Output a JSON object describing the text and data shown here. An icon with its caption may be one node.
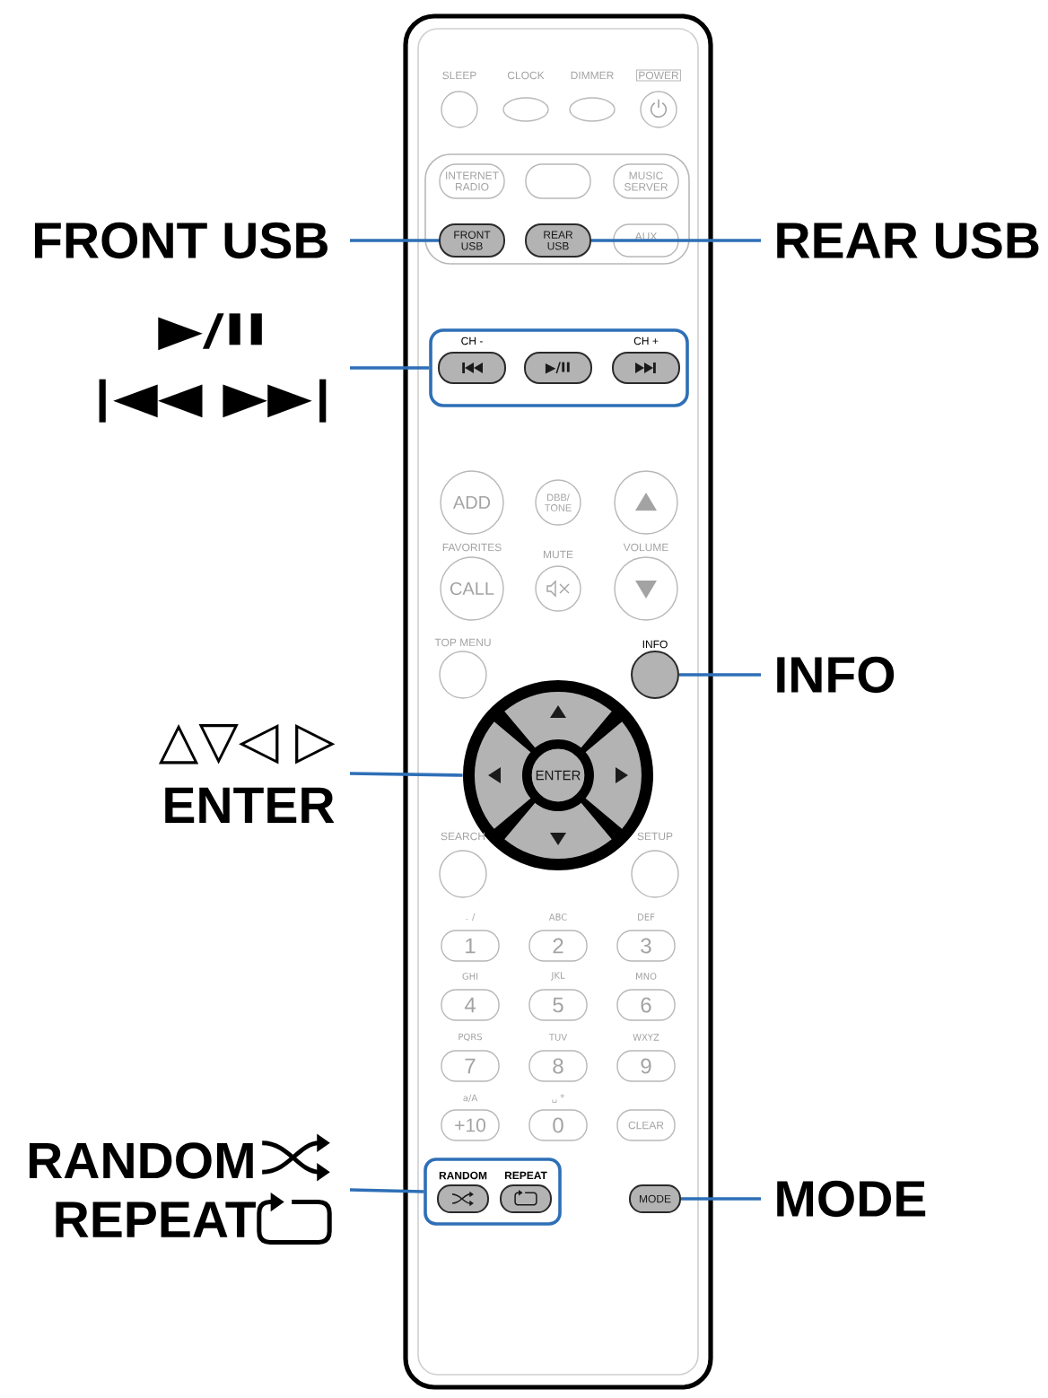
{
  "diagram": {
    "nodes": [
      {
        "text": [],
        "shape": "box"
      },
      {
        "text": [
          "SLEEP"
        ],
        "in": 0
      },
      {
        "text": [
          "CLOCK"
        ],
        "in": 0
      },
      {
        "text": [
          "DIMMER"
        ],
        "in": 0
      },
      {
        "text": [
          "POWER"
        ],
        "in": 0
      },
      {
        "text": [],
        "shape": "box",
        "in": 0
      },
      {
        "text": [
          "INTERNET RADIO"
        ],
        "in": 5
      },
      {
        "text": [],
        "shape": "box",
        "in": 5
      },
      {
        "text": [
          "MUSIC SERVER"
        ],
        "in": 5
      },
      {
        "text": [
          "FRONT USB"
        ],
        "in": 5
      },
      {
        "text": [
          "REAR USB"
        ],
        "in": 5
      },
      {
        "text": [
          "AUX"
        ],
        "in": 5
      },
      {
        "text": [],
        "shape": "box",
        "in": 0
      },
      {
        "text": [
          "CH -"
        ],
        "in": 12
      },
      {
        "text": [
          "▶/II"
        ],
        "in": 12
      },
      {
        "text": [
          "CH +"
        ],
        "in": 12
      },
      {
        "text": [
          "ADD"
        ],
        "in": 0
      },
      {
        "text": [
          "DBB/ TONE"
        ],
        "in": 0
      },
      {
        "text": [],
        "shape": "circle",
        "in": 0
      },
      {
        "text": [
          "FAVORITES",
          "CALL"
        ],
        "in": 0
      },
      {
        "text": [
          "MUTE"
        ],
        "in": 0
      },
      {
        "text": [
          "VOLUME"
        ],
        "in": 0
      },
      {
        "text": [
          "TOP MENU"
        ],
        "in": 0
      },
      {
        "text": [
          "INFO"
        ],
        "in": 0
      },
      {
        "text": [
          "ENTER"
        ],
        "in": 0
      },
      {
        "text": [
          "SEARCH"
        ],
        "in": 0
      },
      {
        "text": [
          "SETUP"
        ],
        "in": 0
      },
      {
        "text": [
          ". /",
          "1"
        ],
        "in": 0
      },
      {
        "text": [
          "ABC",
          "2"
        ],
        "in": 0
      },
      {
        "text": [
          "DEF",
          "3"
        ],
        "in": 0
      },
      {
        "text": [
          "GHI",
          "4"
        ],
        "in": 0
      },
      {
        "text": [
          "JKL",
          "5"
        ],
        "in": 0
      },
      {
        "text": [
          "MNO",
          "6"
        ],
        "in": 0
      },
      {
        "text": [
          "PQRS",
          "7"
        ],
        "in": 0
      },
      {
        "text": [
          "TUV",
          "8"
        ],
        "in": 0
      },
      {
        "text": [
          "WXYZ",
          "9"
        ],
        "in": 0
      },
      {
        "text": [
          "a/A",
          "+10"
        ],
        "in": 0
      },
      {
        "text": [
          "␣ *",
          "0"
        ],
        "in": 0
      },
      {
        "text": [
          "CLEAR"
        ],
        "in": 0
      },
      {
        "text": [],
        "shape": "box",
        "in": 0
      },
      {
        "text": [
          "RANDOM"
        ],
        "in": 39
      },
      {
        "text": [
          "REPEAT"
        ],
        "in": 39
      },
      {
        "text": [
          "MODE"
        ],
        "in": 0
      },
      {
        "text": [
          "FRONT USB"
        ]
      },
      {
        "text": [
          "REAR USB"
        ]
      },
      {
        "text": [
          "▶/II",
          "|◀◀ ▶▶|"
        ]
      },
      {
        "text": [
          "INFO"
        ]
      },
      {
        "text": [
          "△▽◁ ▷",
          "ENTER"
        ]
      },
      {
        "text": [
          "RANDOM",
          "REPEAT"
        ]
      },
      {
        "text": [
          "MODE"
        ]
      }
    ],
    "edges": [
      {
        "from": 43,
        "to": 9,
        "arrow": "none"
      },
      {
        "from": 44,
        "to": 10,
        "arrow": "none"
      },
      {
        "from": 45,
        "to": 12,
        "arrow": "none"
      },
      {
        "from": 46,
        "to": 23,
        "arrow": "none"
      },
      {
        "from": 47,
        "to": 24,
        "arrow": "none"
      },
      {
        "from": 48,
        "to": 39,
        "arrow": "none"
      },
      {
        "from": 49,
        "to": 42,
        "arrow": "none"
      }
    ]
  }
}
